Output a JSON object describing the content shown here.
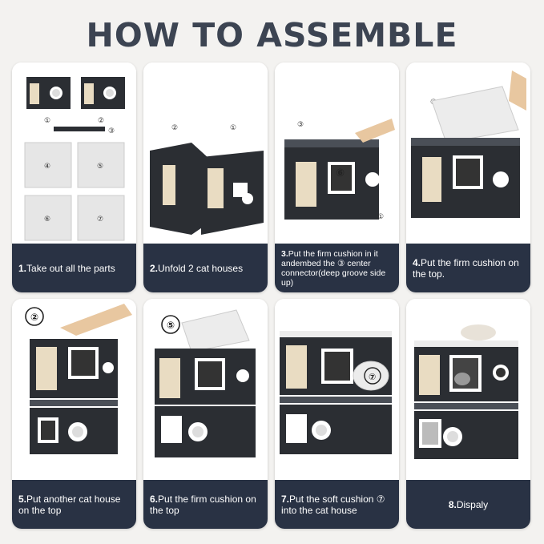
{
  "title": "HOW TO ASSEMBLE",
  "steps": [
    {
      "num": "1.",
      "text": "Take out all the parts"
    },
    {
      "num": "2.",
      "text": "Unfold 2 cat houses"
    },
    {
      "num": "3.",
      "text": "Put the firm cushion in it andembed the ③ center connector(deep groove side up)"
    },
    {
      "num": "4.",
      "text": "Put the firm cushion on the top."
    },
    {
      "num": "5.",
      "text": "Put another cat house on the top"
    },
    {
      "num": "6.",
      "text": "Put the firm cushion on the top"
    },
    {
      "num": "7.",
      "text": "Put the soft cushion ⑦ into the cat house"
    },
    {
      "num": "8.",
      "text": "Dispaly"
    }
  ],
  "part_labels": {
    "p1": "①",
    "p2": "②",
    "p3": "③",
    "p4": "④",
    "p5": "⑤",
    "p6": "⑥",
    "p7": "⑦"
  },
  "colors": {
    "band": "#293244",
    "box": "#2b2e33",
    "trim": "#ffffff",
    "sisal": "#e9dcc2",
    "cushion": "#e6e6e6"
  }
}
